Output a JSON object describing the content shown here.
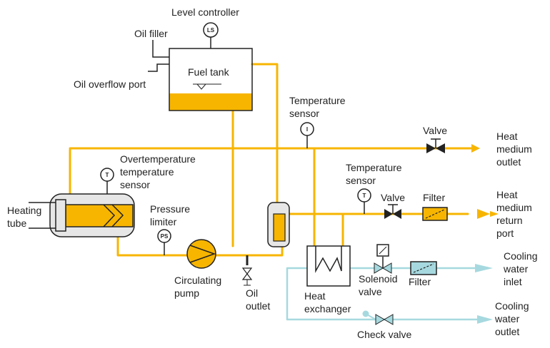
{
  "labels": {
    "level_controller": "Level controller",
    "oil_filler": "Oil filler",
    "fuel_tank": "Fuel tank",
    "oil_overflow_port": "Oil overflow port",
    "temperature_sensor_top": [
      "Temperature",
      "sensor"
    ],
    "valve_top": "Valve",
    "heat_medium_outlet": [
      "Heat",
      "medium",
      "outlet"
    ],
    "overtemperature_sensor": [
      "Overtemperature",
      "temperature",
      "sensor"
    ],
    "temperature_sensor_mid": [
      "Temperature",
      "sensor"
    ],
    "valve_mid": "Valve",
    "filter_mid": "Filter",
    "heat_medium_return_port": [
      "Heat",
      "medium",
      "return",
      "port"
    ],
    "heating_tube": [
      "Heating",
      "tube"
    ],
    "pressure_limiter": [
      "Pressure",
      "limiter"
    ],
    "circulating_pump": [
      "Circulating",
      "pump"
    ],
    "oil_outlet": [
      "Oil",
      "outlet"
    ],
    "heat_exchanger": [
      "Heat",
      "exchanger"
    ],
    "solenoid_valve": [
      "Solenoid",
      "valve"
    ],
    "filter_cool": "Filter",
    "cooling_water_inlet": [
      "Cooling",
      "water",
      "inlet"
    ],
    "cooling_water_outlet": [
      "Cooling",
      "water",
      "outlet"
    ],
    "check_valve": "Check valve"
  },
  "gauge_symbols": {
    "level": "LS",
    "temperature_top": "I",
    "temperature_mid": "T",
    "overtemperature": "T",
    "pressure": "PS"
  },
  "colors": {
    "oil": "#f7b500",
    "cooling_water": "#a6d9df",
    "outline": "#222222"
  }
}
